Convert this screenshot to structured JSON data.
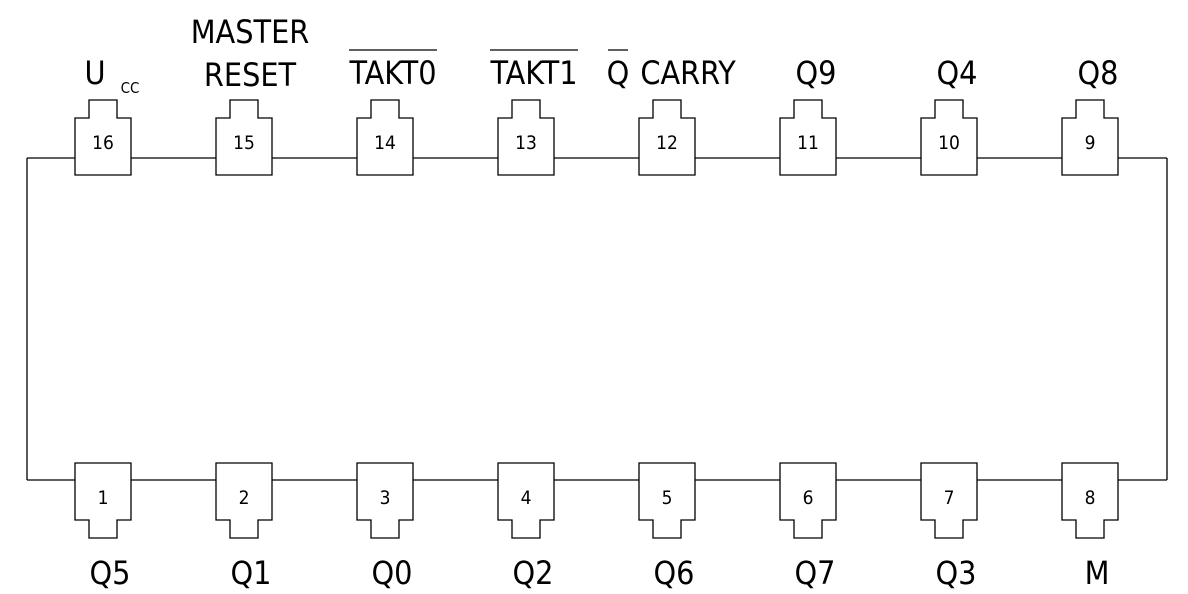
{
  "chip": {
    "top_pins": [
      {
        "number": "16",
        "label": "U",
        "sub": "CC",
        "overline": false
      },
      {
        "number": "15",
        "label": "MASTER",
        "label2": "RESET",
        "overline": false
      },
      {
        "number": "14",
        "label": "TAKT0",
        "overline": true
      },
      {
        "number": "13",
        "label": "TAKT1",
        "overline": true
      },
      {
        "number": "12",
        "label": "Q",
        "label_after": "CARRY",
        "overline": true
      },
      {
        "number": "11",
        "label": "Q9",
        "overline": false
      },
      {
        "number": "10",
        "label": "Q4",
        "overline": false
      },
      {
        "number": "9",
        "label": "Q8",
        "overline": false
      }
    ],
    "bottom_pins": [
      {
        "number": "1",
        "label": "Q5"
      },
      {
        "number": "2",
        "label": "Q1"
      },
      {
        "number": "3",
        "label": "Q0"
      },
      {
        "number": "4",
        "label": "Q2"
      },
      {
        "number": "5",
        "label": "Q6"
      },
      {
        "number": "6",
        "label": "Q7"
      },
      {
        "number": "7",
        "label": "Q3"
      },
      {
        "number": "8",
        "label": "M"
      }
    ]
  }
}
